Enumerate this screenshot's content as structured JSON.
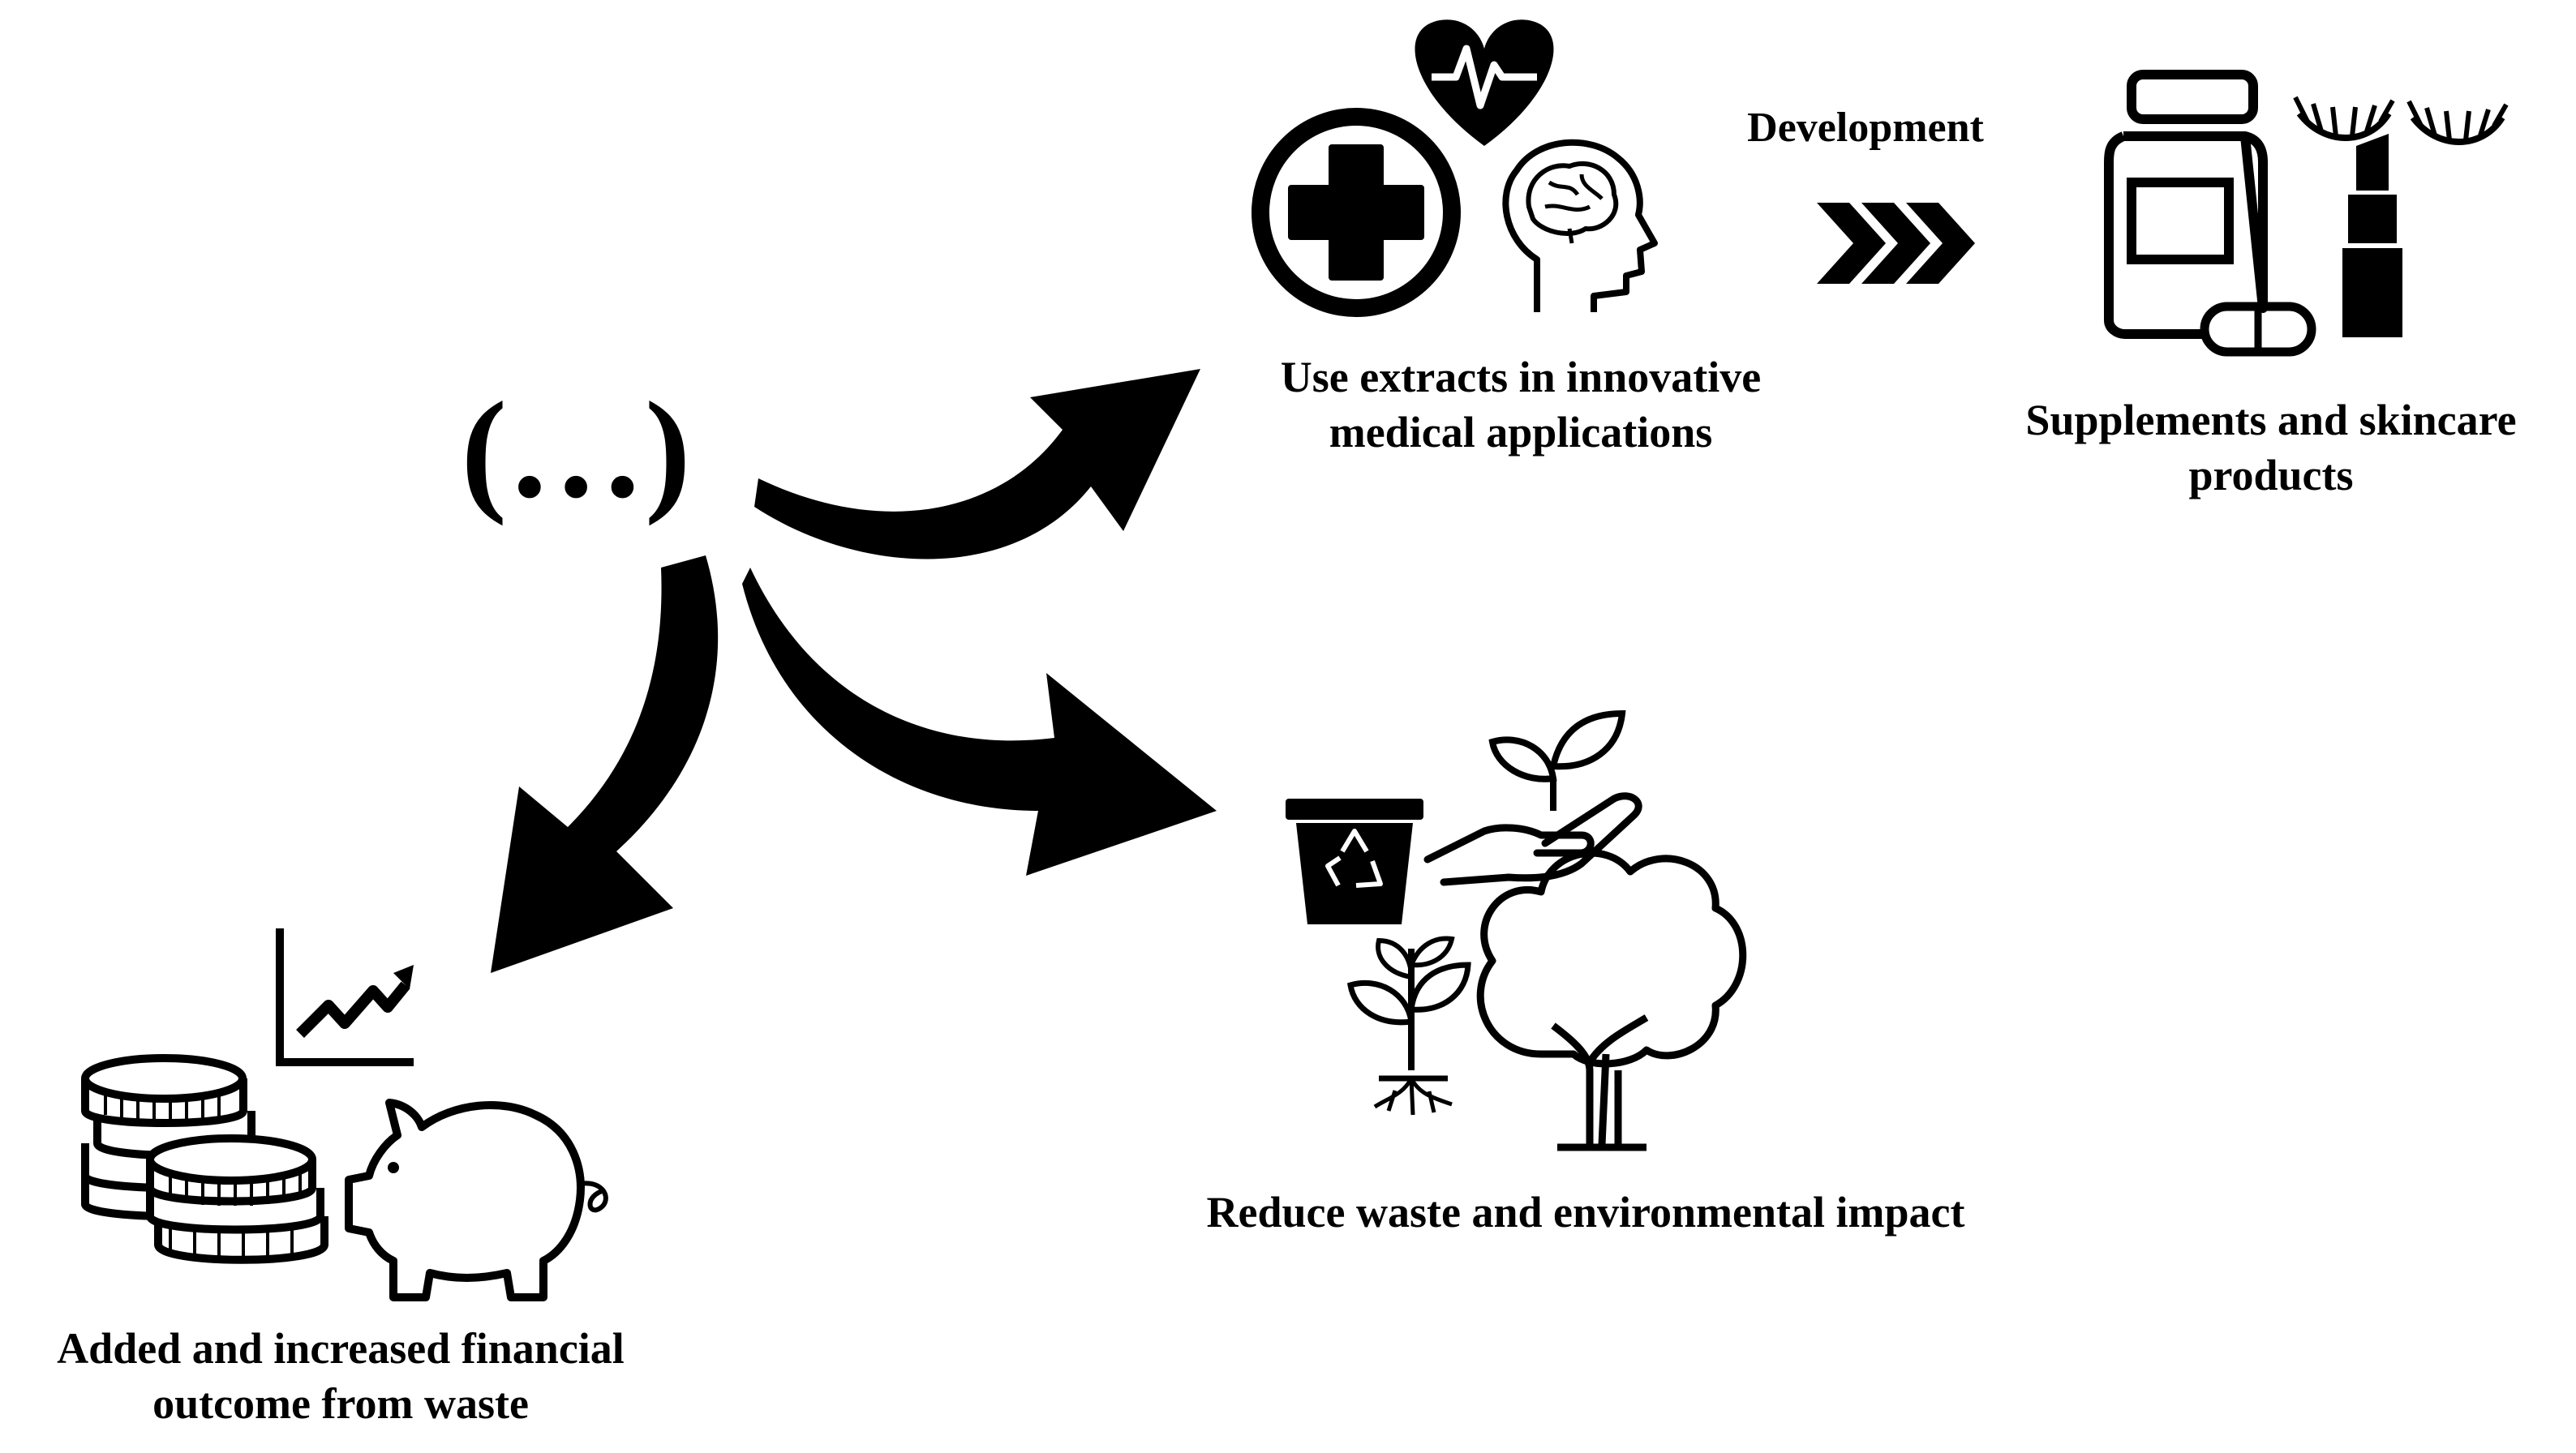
{
  "diagram": {
    "source_node": "(…)",
    "development_label": "Development",
    "nodes": {
      "medical": {
        "line1": "Use extracts in innovative",
        "line2": "medical applications"
      },
      "products": {
        "line1": "Supplements and skincare",
        "line2": "products"
      },
      "environment": {
        "line1": "Reduce waste and environmental impact"
      },
      "financial": {
        "line1": "Added and increased financial",
        "line2": "outcome from waste"
      }
    }
  },
  "icons": [
    "medical-cross-icon",
    "heart-pulse-icon",
    "brain-head-icon",
    "triple-chevron-icon",
    "supplement-bottle-icon",
    "capsule-icon",
    "lipstick-icon",
    "eyelashes-icon",
    "recycle-bin-icon",
    "hand-sprout-icon",
    "seedling-roots-icon",
    "tree-icon",
    "growth-chart-icon",
    "coin-stack-icon",
    "piggy-bank-icon"
  ],
  "colors": {
    "ink": "#000000",
    "background": "#ffffff"
  }
}
